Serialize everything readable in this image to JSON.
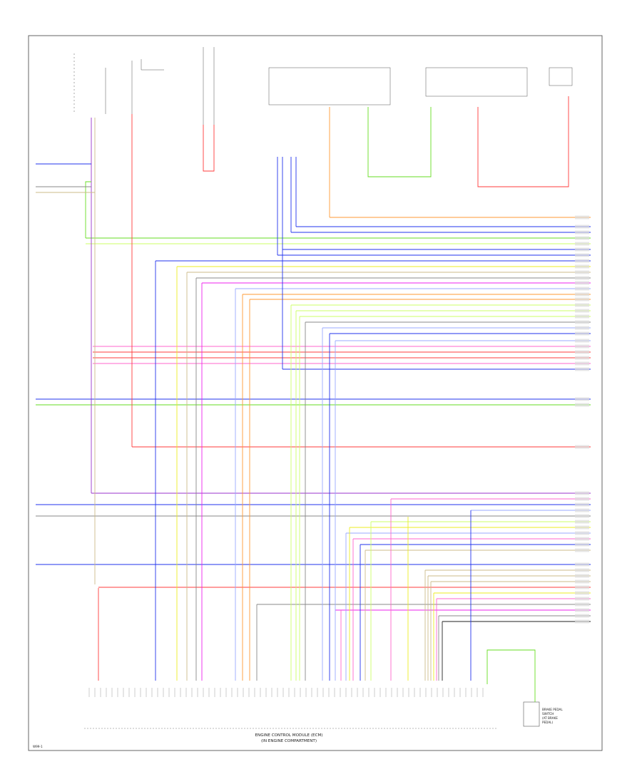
{
  "diagram": {
    "footer_code": "W99-1",
    "module_caption": [
      "ENGINE CONTROL MODULE (ECM)",
      "(IN ENGINE COMPARTMENT)"
    ],
    "sensor_label": [
      "BRAKE PEDAL",
      "SWITCH",
      "(AT BRAKE",
      "PEDAL)"
    ],
    "colors": {
      "frame": "#444444",
      "red": "#ff3b3b",
      "pink": "#ff66cc",
      "magenta": "#ee22ee",
      "purple": "#9933cc",
      "blue": "#2233ee",
      "lightblue": "#99aaff",
      "green": "#66dd22",
      "lightgreen": "#ccff66",
      "yellow": "#eeee22",
      "orange": "#ff9933",
      "gray": "#888888",
      "tan": "#ccbb88",
      "black": "#222222"
    }
  }
}
